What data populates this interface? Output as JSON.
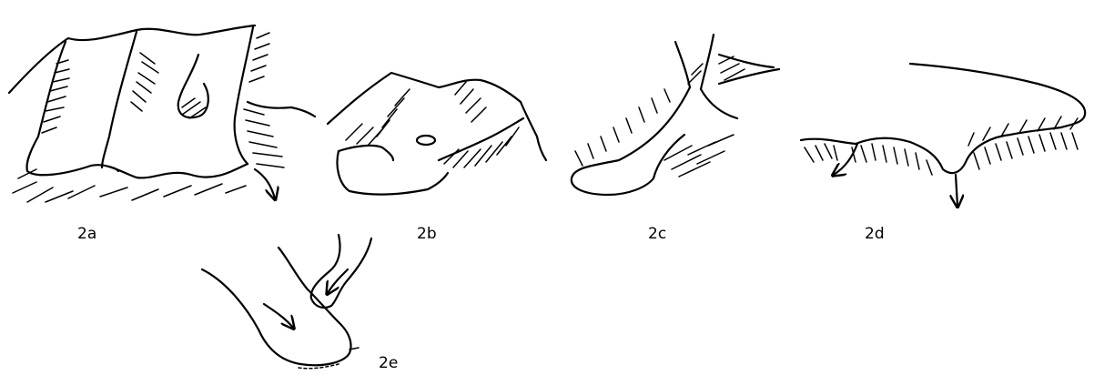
{
  "figure": {
    "panels": [
      {
        "id": "a",
        "label": "2a"
      },
      {
        "id": "b",
        "label": "2b"
      },
      {
        "id": "c",
        "label": "2c"
      },
      {
        "id": "d",
        "label": "2d"
      },
      {
        "id": "e",
        "label": "2e"
      }
    ]
  }
}
